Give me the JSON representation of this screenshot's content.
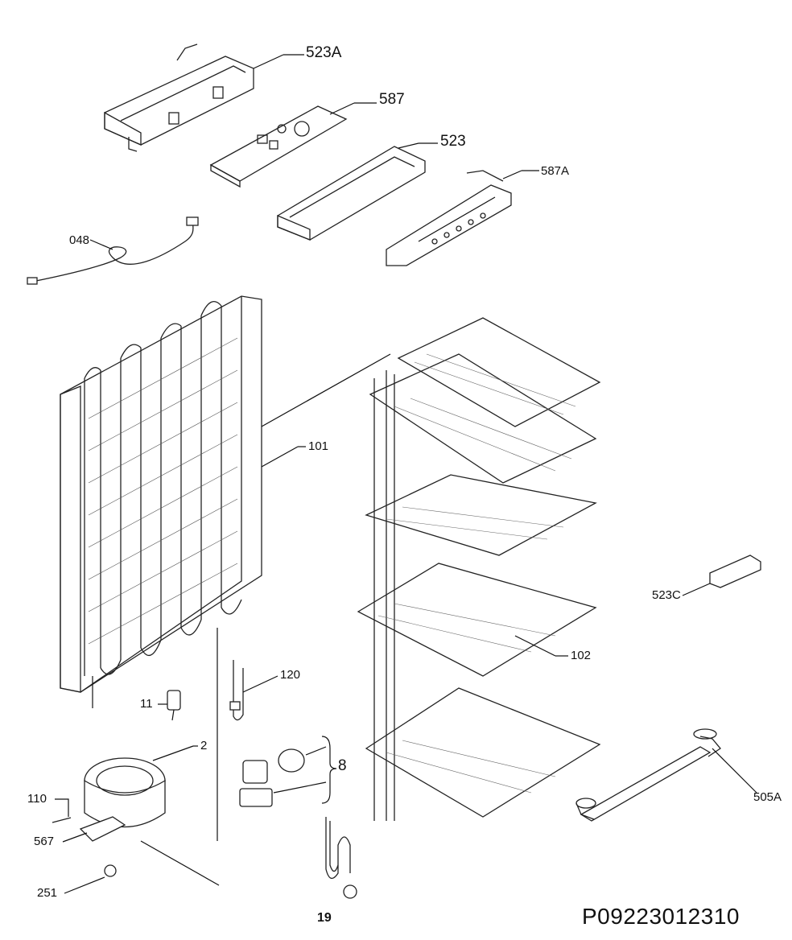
{
  "labels": {
    "p523A": "523A",
    "p587": "587",
    "p523": "523",
    "p587A": "587A",
    "p048": "048",
    "p101": "101",
    "p102": "102",
    "p523C": "523C",
    "p120": "120",
    "p11": "11",
    "p2": "2",
    "p8": "8",
    "p110": "110",
    "p567": "567",
    "p251": "251",
    "p19": "19",
    "p505A": "505A"
  },
  "document_id": "P09223012310"
}
